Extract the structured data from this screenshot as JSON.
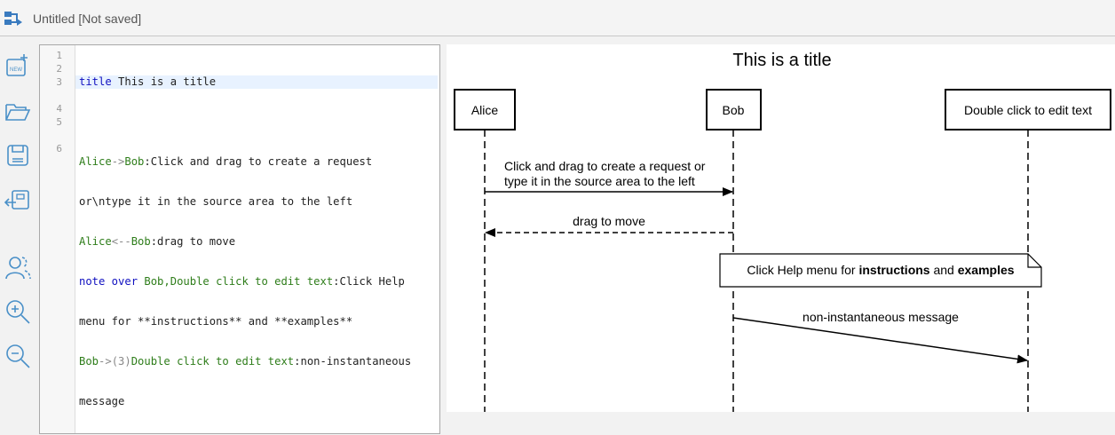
{
  "window": {
    "title": "Untitled [Not saved]"
  },
  "toolbar": {
    "buttons": [
      "new-icon",
      "open-icon",
      "save-icon",
      "export-icon",
      "help-icon",
      "zoom-in-icon",
      "zoom-out-icon"
    ]
  },
  "editor": {
    "line_numbers": [
      "1",
      "2",
      "3",
      "4",
      "5",
      "6"
    ],
    "lines": [
      {
        "kw": "title",
        "rest": " This is a title"
      },
      {
        "text": ""
      },
      {
        "a1": "Alice",
        "op": "->",
        "a2": "Bob",
        "rest": ":Click and drag to create a request"
      },
      {
        "text": "or\\ntype it in the source area to the left"
      },
      {
        "a1": "Alice",
        "op": "<--",
        "a2": "Bob",
        "rest": ":drag to move"
      },
      {
        "kw": "note over",
        "a1": " Bob,Double click to edit text",
        "rest": ":Click Help"
      },
      {
        "text": "menu for **instructions** and **examples**"
      },
      {
        "a1": "Bob",
        "op": "->(3)",
        "a2": "Double click to edit text",
        "rest": ":non-instantaneous"
      },
      {
        "text": "message"
      }
    ]
  },
  "diagram": {
    "title": "This is a title",
    "participants": [
      "Alice",
      "Bob",
      "Double click to edit text"
    ],
    "messages": [
      {
        "line1": "Click and drag to create a request or",
        "line2": "type it in the source area to the left"
      },
      {
        "label": "drag to move"
      },
      {
        "label": "non-instantaneous message"
      }
    ],
    "note": {
      "prefix": "Click Help menu for ",
      "bold1": "instructions",
      "mid": " and ",
      "bold2": "examples"
    }
  }
}
